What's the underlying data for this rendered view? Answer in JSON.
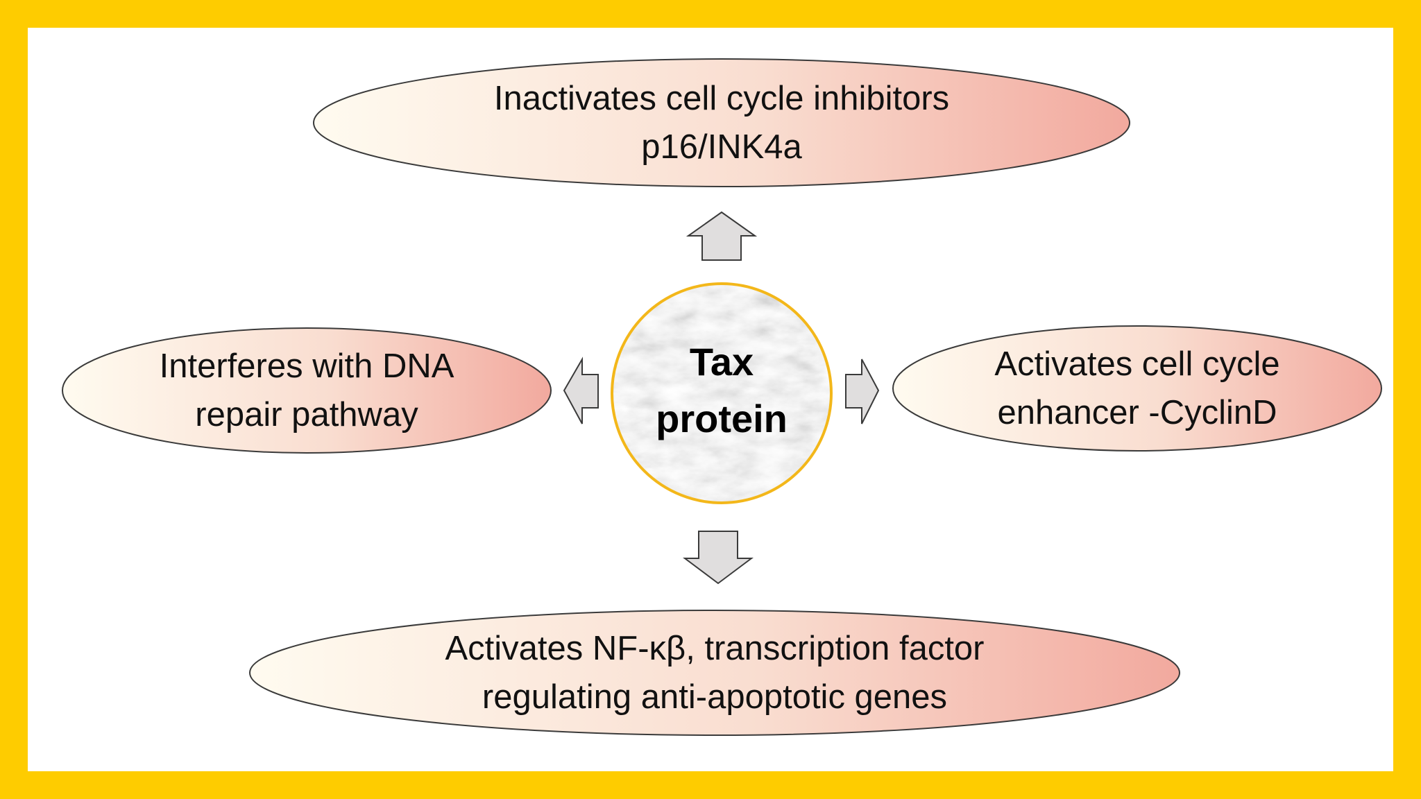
{
  "colors": {
    "frame": "#FECC00",
    "background": "#FFFFFF",
    "ellipse_start": "#FFFBF0",
    "ellipse_end": "#F2A99E",
    "arrow_fill": "#E0DEDE",
    "center_border": "#F3B71A"
  },
  "center": {
    "line1": "Tax",
    "line2": "protein"
  },
  "nodes": {
    "top": {
      "line1": "Inactivates cell cycle inhibitors",
      "line2": "p16/INK4a"
    },
    "left": {
      "line1": "Interferes with DNA",
      "line2": "repair pathway"
    },
    "right": {
      "line1": "Activates cell cycle",
      "line2": "enhancer -CyclinD"
    },
    "bottom": {
      "line1": "Activates NF-κβ, transcription factor",
      "line2": "regulating anti-apoptotic genes"
    }
  },
  "arrows": [
    "up",
    "left",
    "right",
    "down"
  ]
}
